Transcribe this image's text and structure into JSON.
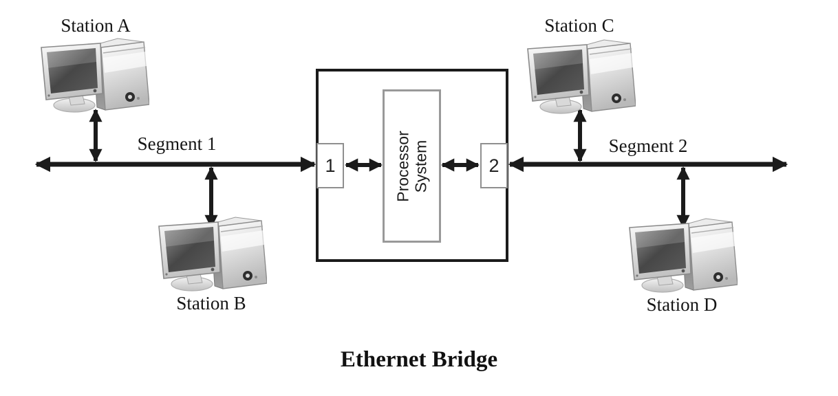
{
  "diagram": {
    "title": "Ethernet Bridge",
    "stations": [
      {
        "id": "a",
        "label": "Station A"
      },
      {
        "id": "b",
        "label": "Station B"
      },
      {
        "id": "c",
        "label": "Station C"
      },
      {
        "id": "d",
        "label": "Station D"
      }
    ],
    "segments": [
      {
        "id": "1",
        "label": "Segment 1"
      },
      {
        "id": "2",
        "label": "Segment 2"
      }
    ],
    "bridge": {
      "ports": [
        {
          "label": "1"
        },
        {
          "label": "2"
        }
      ],
      "processor": {
        "line1": "Processor",
        "line2": "System"
      }
    },
    "colors": {
      "arrow": "#1b1b1b",
      "bridge_border": "#1b1b1b",
      "inner_border": "#999999",
      "background": "#ffffff"
    }
  }
}
